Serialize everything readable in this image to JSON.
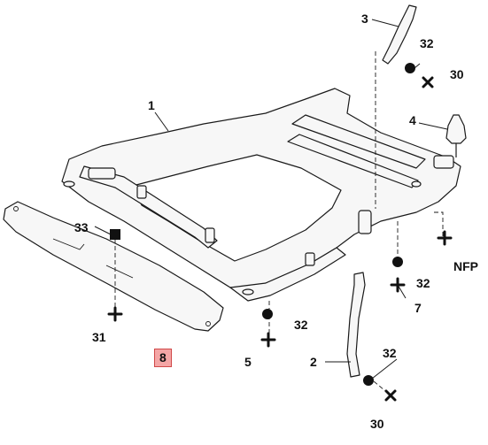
{
  "diagram": {
    "callouts": [
      {
        "id": "part-1",
        "text": "1"
      },
      {
        "id": "part-2",
        "text": "2"
      },
      {
        "id": "part-3",
        "text": "3"
      },
      {
        "id": "part-4",
        "text": "4"
      },
      {
        "id": "part-5",
        "text": "5"
      },
      {
        "id": "part-7",
        "text": "7"
      },
      {
        "id": "part-8",
        "text": "8",
        "highlighted": true
      },
      {
        "id": "part-30a",
        "text": "30"
      },
      {
        "id": "part-30b",
        "text": "30"
      },
      {
        "id": "part-31",
        "text": "31"
      },
      {
        "id": "part-32a",
        "text": "32"
      },
      {
        "id": "part-32b",
        "text": "32"
      },
      {
        "id": "part-32c",
        "text": "32"
      },
      {
        "id": "part-32d",
        "text": "32"
      },
      {
        "id": "part-33",
        "text": "33"
      },
      {
        "id": "nfp",
        "text": "NFP"
      }
    ],
    "colors": {
      "line": "#1a1a1a",
      "fill": "#f7f7f7",
      "highlight": "#f4a6a6",
      "highlight_border": "#d04848"
    }
  }
}
